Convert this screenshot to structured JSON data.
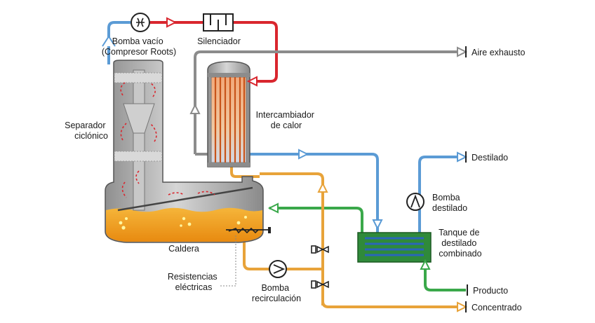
{
  "labels": {
    "vacuum_pump": [
      "Bomba vacío",
      "(Compresor Roots)"
    ],
    "silencer": "Silenciador",
    "exhaust_air": "Aire exhausto",
    "cyclone": [
      "Separador",
      "ciclónico"
    ],
    "heat_exchanger": [
      "Intercambiador",
      "de calor"
    ],
    "distillate": "Destilado",
    "distillate_pump": [
      "Bomba",
      "destilado"
    ],
    "combined_tank": [
      "Tanque de",
      "destilado",
      "combinado"
    ],
    "boiler": "Caldera",
    "heaters": [
      "Resistencias",
      "eléctricas"
    ],
    "recirc_pump": [
      "Bomba",
      "recirculación"
    ],
    "product": "Producto",
    "concentrate": "Concentrado"
  },
  "colors": {
    "vapor_line": "#5b9bd5",
    "hot_line": "#d9262e",
    "air_line": "#8c8c8c",
    "liquid_line": "#e8a33a",
    "product_line": "#3aa84a",
    "vessel": "#b8b8b8",
    "liquid": "#f2a21e",
    "tank": "#2f8a3a"
  }
}
